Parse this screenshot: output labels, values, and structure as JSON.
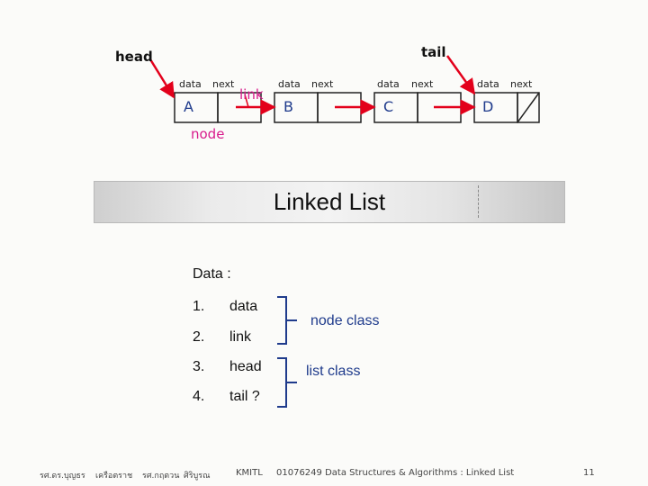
{
  "diagram": {
    "head_label": "head",
    "tail_label": "tail",
    "field_data": "data",
    "field_next": "next",
    "link_label": "link",
    "node_label": "node",
    "nodes": [
      "A",
      "B",
      "C",
      "D"
    ]
  },
  "banner": {
    "title": "Linked List"
  },
  "content": {
    "heading": "Data :",
    "items": [
      {
        "num": "1.",
        "text": "data"
      },
      {
        "num": "2.",
        "text": "link"
      },
      {
        "num": "3.",
        "text": "head"
      },
      {
        "num": "4.",
        "text": "tail ?"
      }
    ],
    "group_node": "node class",
    "group_list": "list class"
  },
  "footer": {
    "author1": "รศ.ดร.บุญธร",
    "author2": "เครือตราช",
    "author3": "รศ.กฤตวน",
    "author4": "ศิริบูรณ",
    "institute": "KMITL",
    "course": "01076249 Data Structures & Algorithms : Linked List",
    "page": "11"
  },
  "colors": {
    "arrow": "#e3001b",
    "accent": "#d81b8c",
    "blue": "#1f3b8c"
  }
}
